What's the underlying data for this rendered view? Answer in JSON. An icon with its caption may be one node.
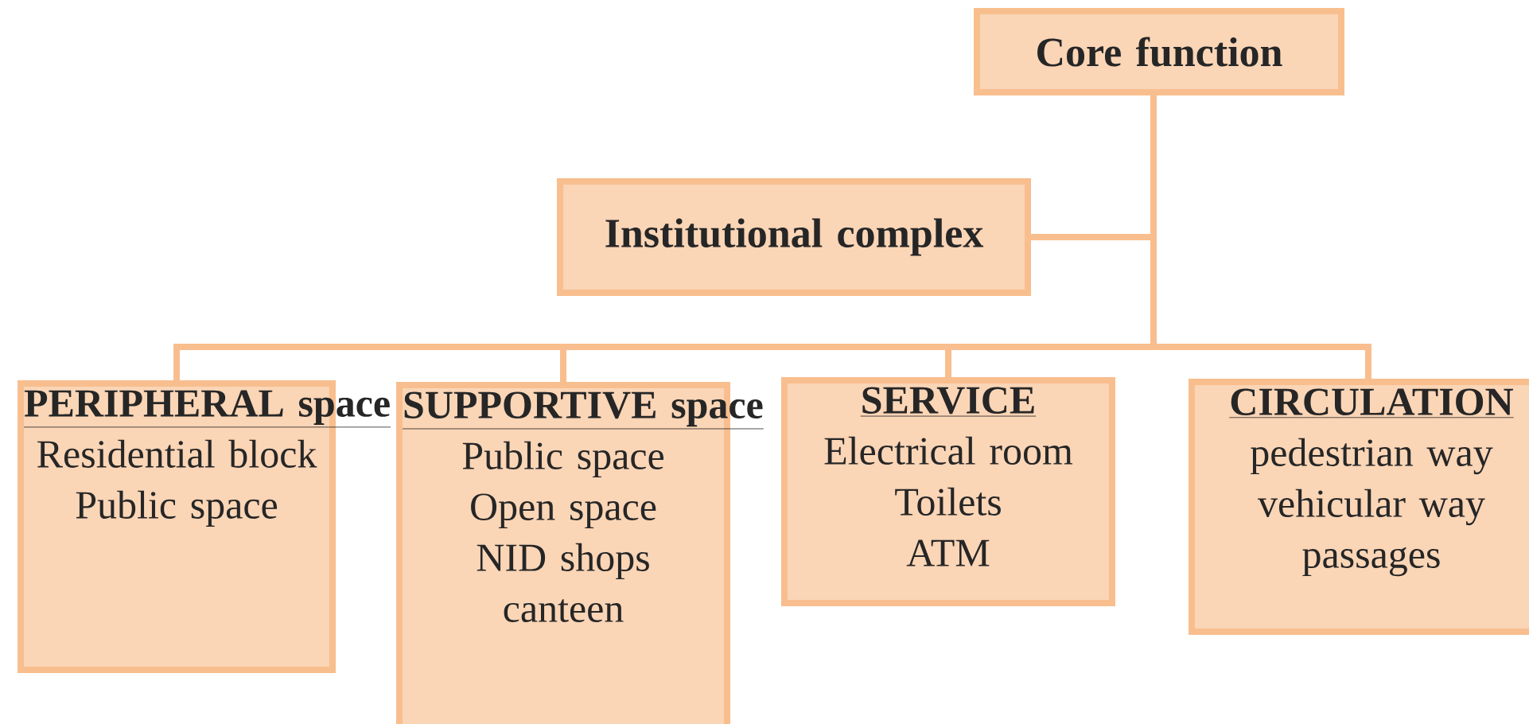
{
  "diagram": {
    "nodes": [
      {
        "text": [
          "Core function"
        ]
      },
      {
        "text": [
          "Institutional complex"
        ]
      },
      {
        "text": [
          "PERIPHERAL space",
          "Residential block",
          "Public space"
        ]
      },
      {
        "text": [
          "SUPPORTIVE space",
          "Public space",
          "Open space",
          "NID shops",
          "canteen"
        ]
      },
      {
        "text": [
          "SERVICE",
          "Electrical room",
          "Toilets",
          "ATM"
        ]
      },
      {
        "text": [
          "CIRCULATION",
          "pedestrian way",
          "vehicular way",
          "passages"
        ]
      }
    ],
    "edges": [
      {
        "from": 0,
        "to": 1,
        "arrow": "none"
      },
      {
        "from": 0,
        "to": 2,
        "arrow": "none"
      },
      {
        "from": 0,
        "to": 3,
        "arrow": "none"
      },
      {
        "from": 0,
        "to": 4,
        "arrow": "none"
      },
      {
        "from": 0,
        "to": 5,
        "arrow": "none"
      }
    ]
  }
}
